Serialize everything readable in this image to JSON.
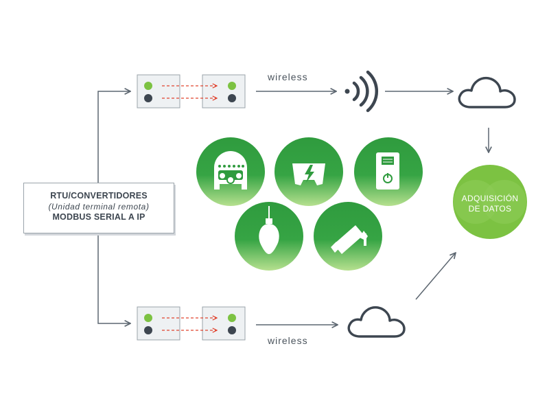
{
  "rtu": {
    "line1": "RTU/CONVERTIDORES",
    "line2": "(Unidad terminal remota)",
    "line3": "MODBUS SERIAL A IP"
  },
  "wireless_top": "wireless",
  "wireless_bottom": "wireless",
  "adquisicion": {
    "line1": "ADQUISICIÓN",
    "line2": "DE DATOS"
  },
  "colors": {
    "line": "#5c6670",
    "dash": "#e0432f",
    "green_led": "#7cc242",
    "dark_led": "#3d4650",
    "circle_green": "#2e9c3f",
    "circle_light": "#a6d883",
    "adq_green": "#7cc242"
  },
  "icons": [
    "vehicle-icon",
    "electric-meter-icon",
    "smart-meter-icon",
    "light-bulb-icon",
    "security-camera-icon",
    "wifi-signal-icon",
    "cloud-icon"
  ]
}
